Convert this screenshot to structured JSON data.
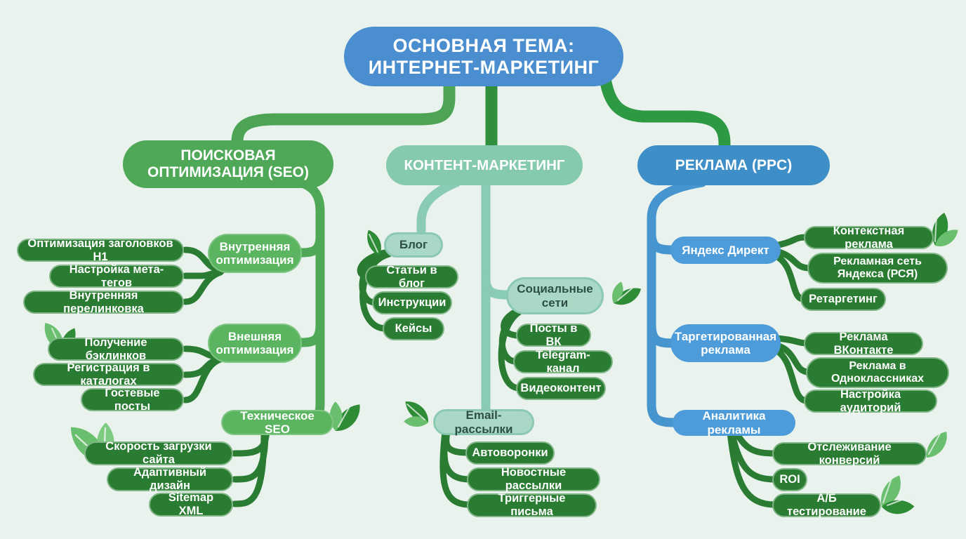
{
  "colors": {
    "background": "#e9f2ec",
    "root_blue": "#4a8ed0",
    "header_blue": "#3e8ec8",
    "mid_blue": "#4d9cd9",
    "header_green": "#4fa857",
    "mid_green": "#5bb560",
    "leaf_dark_green": "#2b7c33",
    "header_teal": "#85c9af",
    "mid_teal": "#a9d9c6",
    "connector_center_green": "#2f8f3d",
    "connector_right_green": "#2e9943",
    "connector_blue": "#4795cf",
    "decor_leaf_light": "#6abf6e",
    "decor_leaf_dark": "#2e8b36"
  },
  "root": {
    "label": "ОСНОВНАЯ ТЕМА: ИНТЕРНЕТ-МАРКЕТИНГ"
  },
  "branches": {
    "seo": {
      "title": "ПОИСКОВАЯ ОПТИМИЗАЦИЯ (SEO)",
      "groups": [
        {
          "title": "Внутренняя оптимизация",
          "items": [
            "Оптимизация заголовков H1",
            "Настройка мета-тегов",
            "Внутренняя перелинковка"
          ]
        },
        {
          "title": "Внешняя оптимизация",
          "items": [
            "Получение бэклинков",
            "Регистрация в каталогах",
            "Гостевые посты"
          ]
        },
        {
          "title": "Техническое SEO",
          "items": [
            "Скорость загрузки сайта",
            "Адаптивный дизайн",
            "Sitemap XML"
          ]
        }
      ]
    },
    "content": {
      "title": "КОНТЕНТ-МАРКЕТИНГ",
      "groups": [
        {
          "title": "Блог",
          "items": [
            "Статьи в блог",
            "Инструкции",
            "Кейсы"
          ]
        },
        {
          "title": "Социальные сети",
          "items": [
            "Посты в ВК",
            "Telegram-канал",
            "Видеоконтент"
          ]
        },
        {
          "title": "Email-рассылки",
          "items": [
            "Автоворонки",
            "Новостные рассылки",
            "Триггерные письма"
          ]
        }
      ]
    },
    "ppc": {
      "title": "РЕКЛАМА (PPC)",
      "groups": [
        {
          "title": "Яндекс Директ",
          "items": [
            "Контекстная реклама",
            "Рекламная сеть Яндекса (РСЯ)",
            "Ретаргетинг"
          ]
        },
        {
          "title": "Таргетированная реклама",
          "items": [
            "Реклама ВКонтакте",
            "Реклама в Одноклассниках",
            "Настройка аудиторий"
          ]
        },
        {
          "title": "Аналитика рекламы",
          "items": [
            "Отслеживание конверсий",
            "ROI",
            "А/Б тестирование"
          ]
        }
      ]
    }
  }
}
